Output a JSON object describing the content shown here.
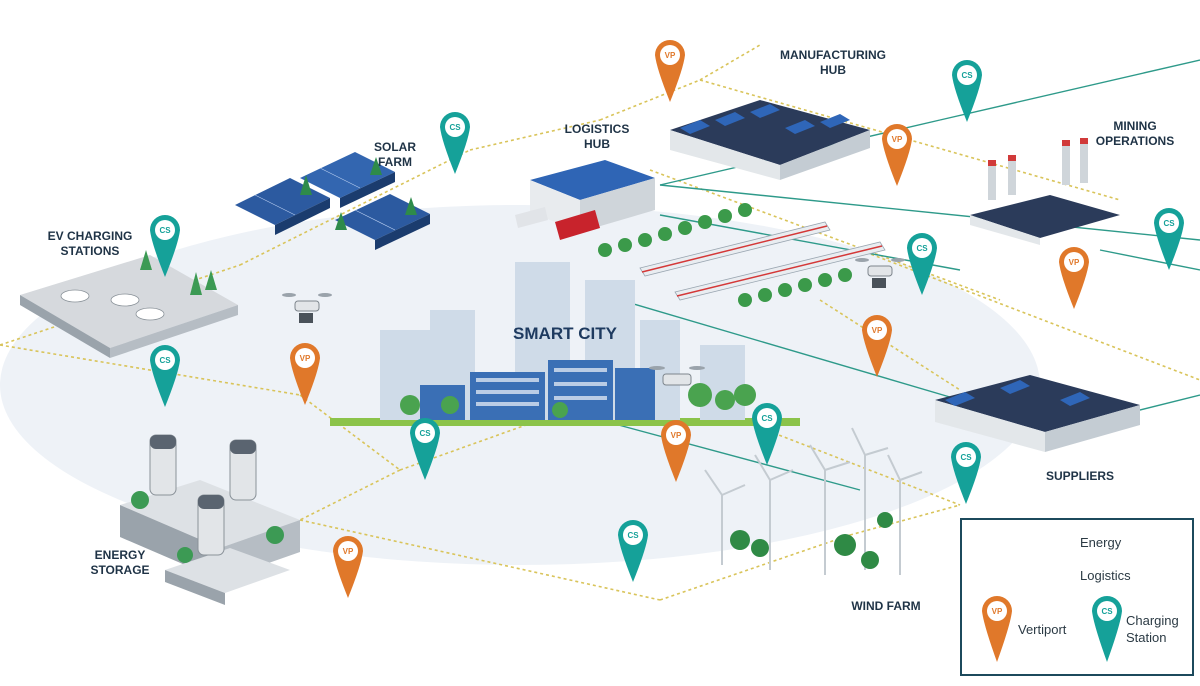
{
  "center_label": "SMART CITY",
  "locations": {
    "manufacturing": "MANUFACTURING\nHUB",
    "logistics": "LOGISTICS\nHUB",
    "solar": "SOLAR\nFARM",
    "mining": "MINING\nOPERATIONS",
    "ev": "EV CHARGING\nSTATIONS",
    "storage": "ENERGY\nSTORAGE",
    "suppliers": "SUPPLIERS",
    "wind": "WIND FARM"
  },
  "pins": {
    "vertiport_code": "VP",
    "charging_code": "CS"
  },
  "legend": {
    "energy": "Energy",
    "logistics": "Logistics",
    "vertiport": "Vertiport",
    "charging": "Charging\nStation"
  },
  "colors": {
    "energy_line": "#d9c45a",
    "logistics_line": "#2e9a8a",
    "vertiport": "#e0782a",
    "charging": "#15a199",
    "label": "#1f3346",
    "legend_border": "#1c4a5c"
  },
  "icons": [
    "vertiport-pin-icon",
    "charging-station-pin-icon",
    "drone-icon",
    "train-icon",
    "truck-icon",
    "wind-turbine-icon",
    "solar-panel-icon",
    "factory-icon",
    "battery-icon",
    "tree-icon",
    "car-icon"
  ]
}
